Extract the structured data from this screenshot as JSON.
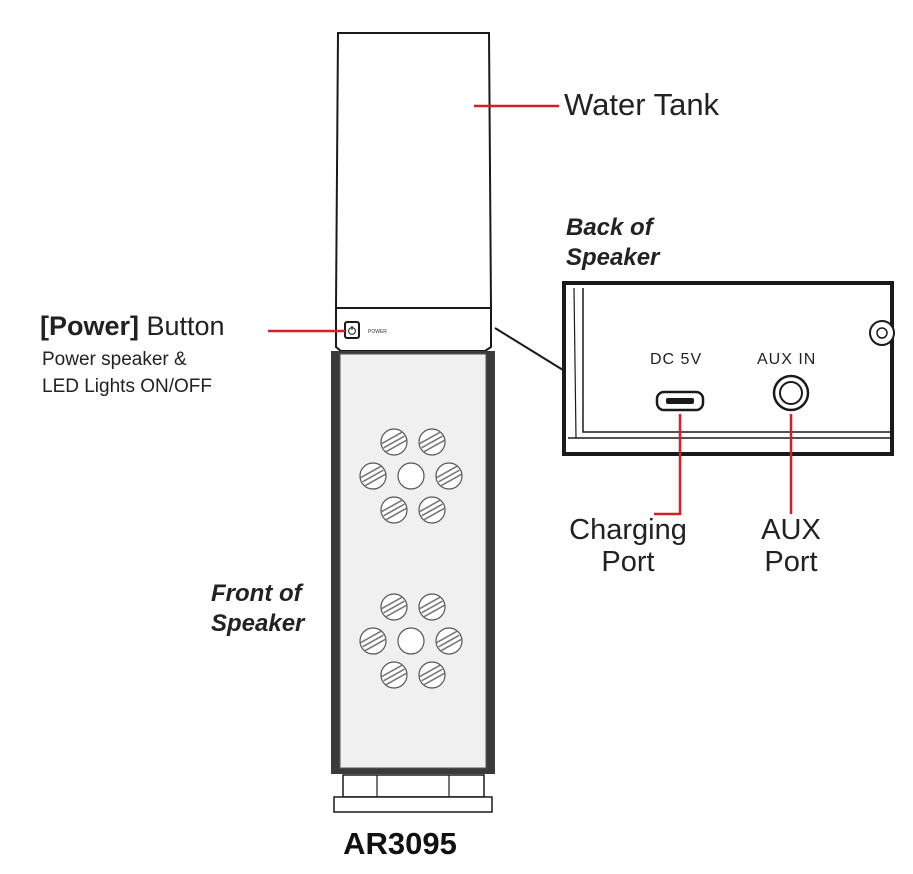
{
  "labels": {
    "water_tank": "Water Tank",
    "power_button_bold": "[Power]",
    "power_button_rest": " Button",
    "power_desc_line1": "Power speaker &",
    "power_desc_line2": "LED Lights ON/OFF",
    "back_heading_line1": "Back of",
    "back_heading_line2": "Speaker",
    "front_heading_line1": "Front of",
    "front_heading_line2": "Speaker",
    "charging_line1": "Charging",
    "charging_line2": "Port",
    "aux_line1": "AUX",
    "aux_line2": "Port",
    "dc_5v": "DC 5V",
    "aux_in": "AUX IN",
    "power_small": "POWER",
    "model": "AR3095"
  },
  "colors": {
    "callout_line": "#d42027",
    "outline": "#1a1a1a",
    "panel_fill": "#f0f0f0"
  }
}
